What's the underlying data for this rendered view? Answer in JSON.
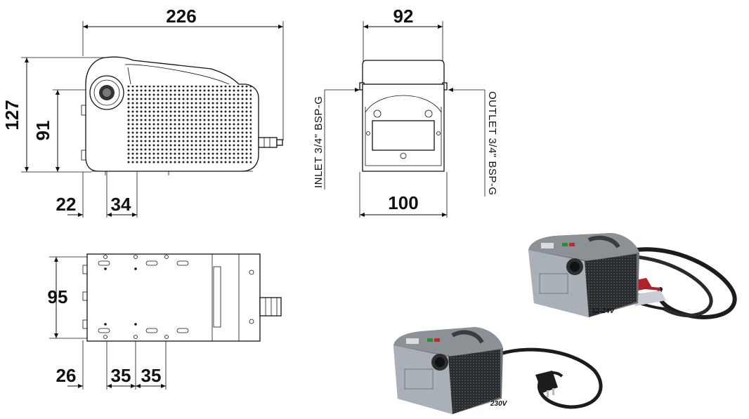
{
  "side_view": {
    "dim_length": "226",
    "dim_height": "127",
    "dim_port_height": "91",
    "dim_port_offset_a": "22",
    "dim_port_offset_b": "34"
  },
  "front_view": {
    "dim_top_width": "92",
    "dim_base_width": "100",
    "inlet_label": "INLET 3/4\" BSP-G",
    "outlet_label": "OUTLET 3/4\" BSP-G"
  },
  "bottom_view": {
    "dim_width": "95",
    "dim_hole_offset": "26",
    "dim_hole_spacing_1": "35",
    "dim_hole_spacing_2": "35"
  },
  "photos": {
    "dc_label": "12-24V",
    "ac_label": "230V"
  },
  "colors": {
    "housing": "#6b7075",
    "plate": "#a9b0b8",
    "cable": "#1c1c1c",
    "clamp_red": "#b0202a"
  }
}
